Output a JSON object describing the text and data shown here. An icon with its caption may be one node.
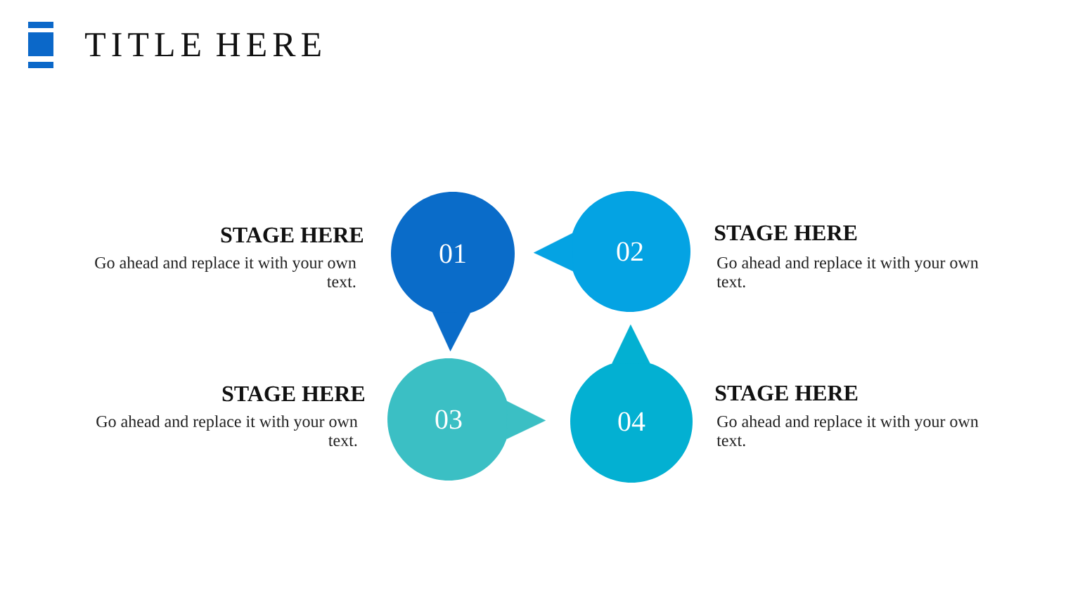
{
  "diagram": {
    "title": "TITLE HERE",
    "nodes": [
      {
        "text": [
          "01"
        ],
        "beside": [
          "STAGE HERE",
          "Go ahead and replace it with your own text."
        ]
      },
      {
        "text": [
          "02"
        ],
        "beside": [
          "STAGE HERE",
          "Go ahead and replace it with your own text."
        ]
      },
      {
        "text": [
          "03"
        ],
        "beside": [
          "STAGE HERE",
          "Go ahead and replace it with your own text."
        ]
      },
      {
        "text": [
          "04"
        ],
        "beside": [
          "STAGE HERE",
          "Go ahead and replace it with your own text."
        ]
      }
    ],
    "edges": [
      {
        "from": 0,
        "to": 2,
        "arrow": "to",
        "color": "#0a6cc9"
      },
      {
        "from": 1,
        "to": 0,
        "arrow": "to",
        "color": "#04a3e3"
      },
      {
        "from": 2,
        "to": 3,
        "arrow": "to",
        "color": "#3bbfc4"
      },
      {
        "from": 3,
        "to": 1,
        "arrow": "to",
        "color": "#03b0d2"
      }
    ]
  }
}
